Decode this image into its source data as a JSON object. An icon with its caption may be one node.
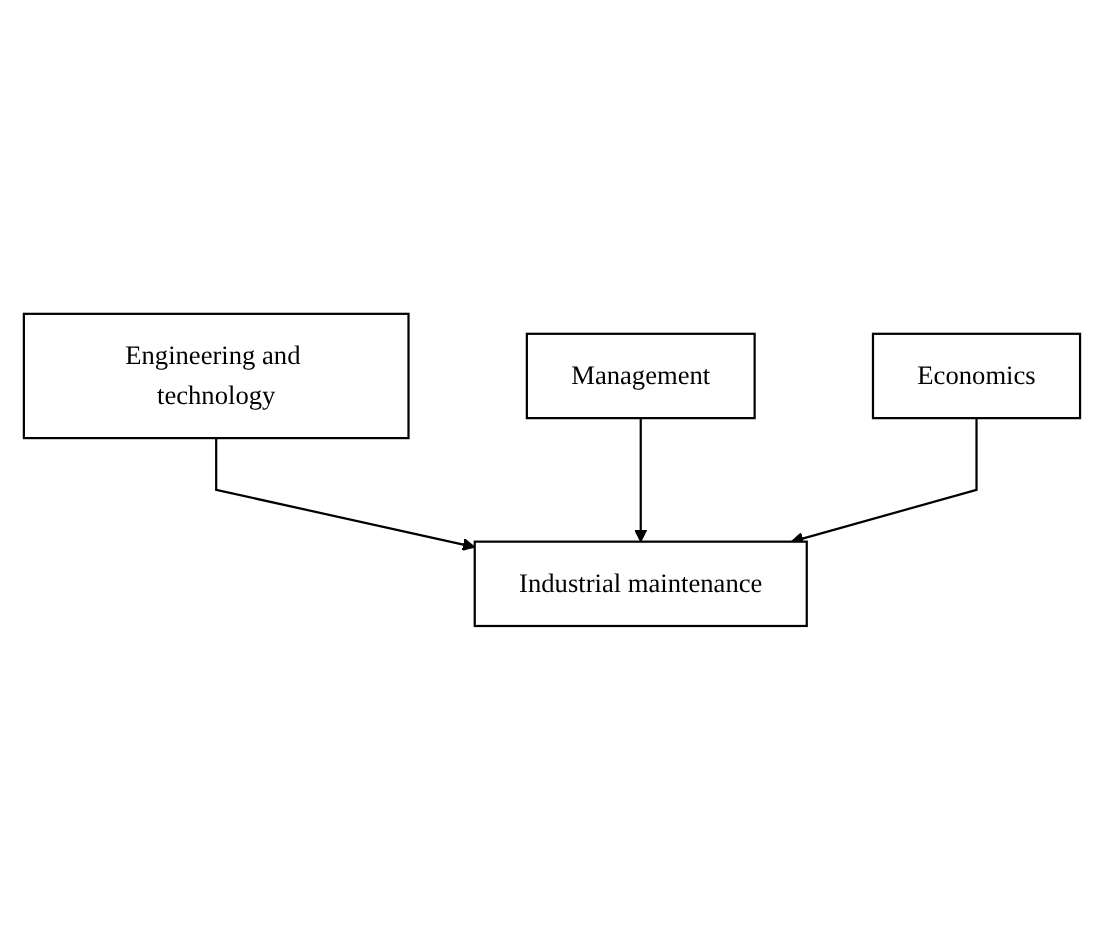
{
  "diagram": {
    "nodes": [
      {
        "text": [
          "Engineering and technology"
        ]
      },
      {
        "text": [
          "Industrial maintenance"
        ]
      },
      {
        "text": [
          "Management"
        ]
      },
      {
        "text": [
          "Economics"
        ]
      }
    ],
    "edges": [
      {
        "from": 0,
        "to": 1,
        "arrow": "to"
      },
      {
        "from": 2,
        "to": 1,
        "arrow": "to"
      },
      {
        "from": 3,
        "to": 1,
        "arrow": "to"
      }
    ]
  }
}
